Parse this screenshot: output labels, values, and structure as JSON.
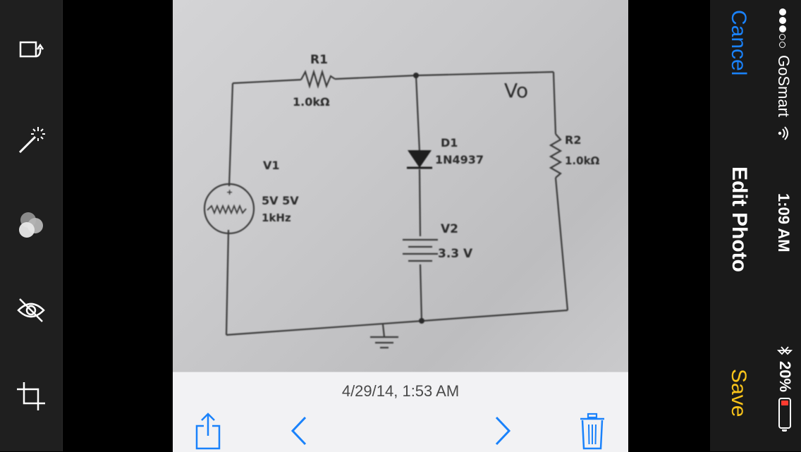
{
  "status_bar": {
    "carrier": "GoSmart",
    "signal_bars_filled": 3,
    "signal_bars_total": 5,
    "time": "1:09 AM",
    "battery_percent_label": "20%",
    "battery_level": 0.2,
    "battery_color": "#ff3b30"
  },
  "nav": {
    "cancel_label": "Cancel",
    "title": "Edit Photo",
    "save_label": "Save",
    "cancel_color": "#1a82fb",
    "save_color": "#f8c31a"
  },
  "tools": [
    {
      "name": "rotate-icon"
    },
    {
      "name": "auto-enhance-wand-icon"
    },
    {
      "name": "filters-icon"
    },
    {
      "name": "red-eye-icon"
    },
    {
      "name": "crop-icon"
    }
  ],
  "photo": {
    "timestamp": "4/29/14, 1:53 AM",
    "circuit_labels": {
      "r1_name": "R1",
      "r1_value": "1.0kΩ",
      "vo": "Vo",
      "d1_name": "D1",
      "d1_part": "1N4937",
      "r2_name": "R2",
      "r2_value": "1.0kΩ",
      "v1_name": "V1",
      "v1_spec_line1": "5V 5V",
      "v1_spec_line2": "1kHz",
      "v1_plus": "+",
      "v2_name": "V2",
      "v2_value": "3.3 V"
    }
  },
  "photo_toolbar": {
    "actions": [
      "share-icon",
      "previous-arrow-icon",
      "next-arrow-icon",
      "trash-icon"
    ],
    "accent_color": "#1a82fb"
  }
}
